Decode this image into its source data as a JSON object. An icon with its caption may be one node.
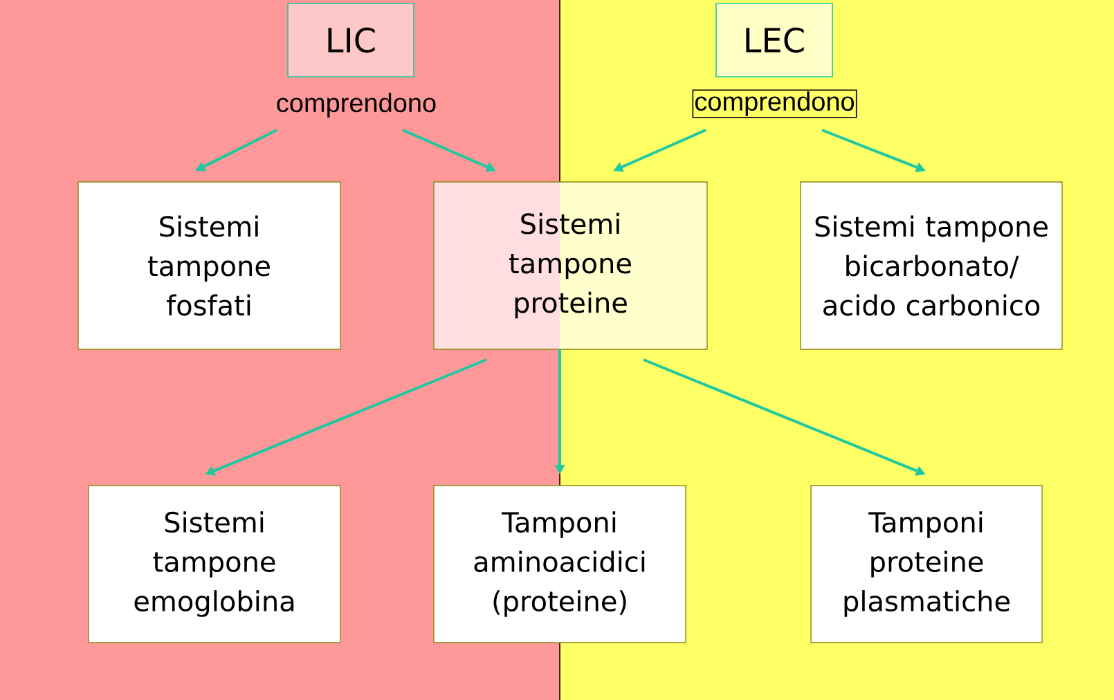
{
  "diagram": {
    "nodes": [
      {
        "text": [
          "LIC"
        ]
      },
      {
        "text": [
          "comprendono"
        ]
      },
      {
        "text": [
          "LEC"
        ]
      },
      {
        "text": [
          "comprendono"
        ]
      },
      {
        "text": [
          "Sistemi tampone fosfati"
        ]
      },
      {
        "text": [
          "Sistemi tampone proteine"
        ]
      },
      {
        "text": [
          "Sistemi tampone bicarbonato/ acido carbonico"
        ]
      },
      {
        "text": [
          "Sistemi tampone emoglobina"
        ]
      },
      {
        "text": [
          "Tamponi aminoacidici (proteine)"
        ]
      },
      {
        "text": [
          "Tamponi proteine plasmatiche"
        ]
      }
    ],
    "edges": [
      {
        "from": 1,
        "to": 4,
        "arrow": "to"
      },
      {
        "from": 1,
        "to": 5,
        "arrow": "to"
      },
      {
        "from": 3,
        "to": 5,
        "arrow": "to"
      },
      {
        "from": 3,
        "to": 6,
        "arrow": "to"
      },
      {
        "from": 5,
        "to": 7,
        "arrow": "to"
      },
      {
        "from": 5,
        "to": 8,
        "arrow": "to"
      },
      {
        "from": 5,
        "to": 9,
        "arrow": "to"
      }
    ]
  }
}
